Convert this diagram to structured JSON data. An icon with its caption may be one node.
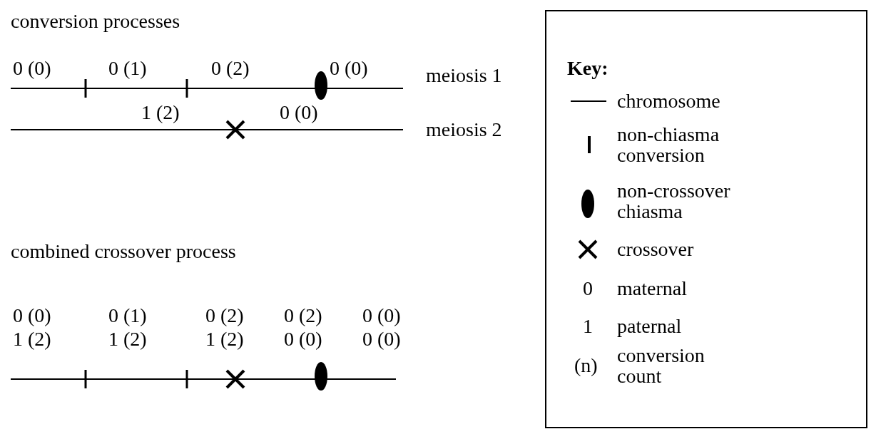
{
  "diagram": {
    "labels": [
      "conversion processes",
      "0 (0)",
      "0 (1)",
      "0 (2)",
      "0 (0)",
      "meiosis 1",
      "1 (2)",
      "0 (0)",
      "meiosis 2",
      "combined crossover process",
      "0 (0)",
      "0 (1)",
      "0 (2)",
      "0 (2)",
      "0 (0)",
      "1 (2)",
      "1 (2)",
      "1 (2)",
      "0 (0)",
      "0 (0)",
      "Key:",
      "0",
      "1",
      "(n)"
    ],
    "legend": [
      {
        "text": "chromosome"
      },
      {
        "text": "non-chiasma conversion"
      },
      {
        "text": "non-crossover chiasma"
      },
      {
        "text": "crossover"
      },
      {
        "text": "maternal"
      },
      {
        "text": "paternal"
      },
      {
        "text": "conversion count"
      }
    ]
  }
}
